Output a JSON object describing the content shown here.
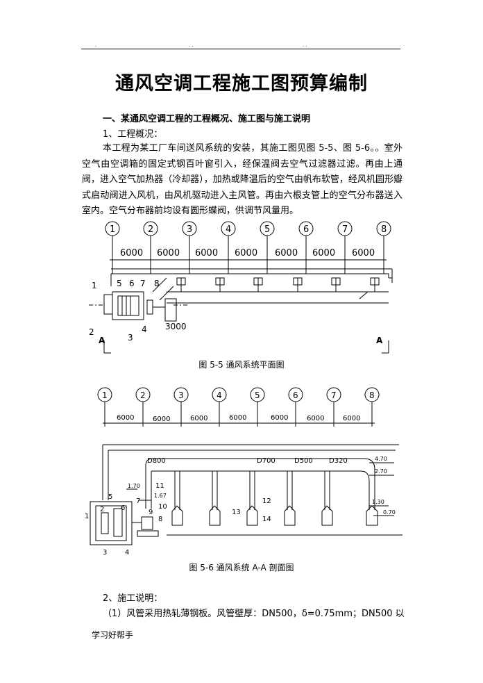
{
  "header": {
    "dot1": ".",
    "dot2": ". .",
    "dot3": ". ."
  },
  "title": "通风空调工程施工图预算编制",
  "section1": "一、某通风空调工程的工程概况、施工图与施工说明",
  "sub1": "1、工程概况：",
  "para1": "本工程为某工厂车间送风系统的安装，其施工图见图 5-5、图 5-6。。室外空气由空调箱的固定式钢百叶窗引入，经保温阀去空气过滤器过滤。再由上通阀，进入空气加热器（冷却器），加热或降温后的空气由帆布软管，经风机圆形瓣式启动阀进入风机，由风机驱动进入主风管。再由六根支管上的空气分布器送入室内。空气分布器前均设有圆形蝶阀，供调节风量用。",
  "figure1": {
    "axes": [
      "1",
      "2",
      "3",
      "4",
      "5",
      "6",
      "7",
      "8"
    ],
    "spans": [
      "6000",
      "6000",
      "6000",
      "6000",
      "6000",
      "6000",
      "6000"
    ],
    "labels": {
      "n1": "1",
      "n2": "2",
      "n3": "3",
      "n4": "4",
      "n5": "5",
      "n6": "6",
      "n7": "7",
      "n8": "8",
      "dim": "3000",
      "secA": "A"
    },
    "caption": "图 5-5 通风系统平面图"
  },
  "figure2": {
    "axes": [
      "1",
      "2",
      "3",
      "4",
      "5",
      "6",
      "7",
      "8"
    ],
    "spans": [
      "6000",
      "6000",
      "6000",
      "6000",
      "6000",
      "6000",
      "6000"
    ],
    "ducts": [
      "D800",
      "D700",
      "D500",
      "D320"
    ],
    "levels": [
      "4.70",
      "2.70",
      "1.30",
      "0.70",
      "1.70",
      "1.67"
    ],
    "labels": {
      "n1": "1",
      "n2": "2",
      "n3": "3",
      "n4": "4",
      "n5": "5",
      "n6": "6",
      "n7": "7",
      "n8": "8",
      "n9": "9",
      "n10": "10",
      "n11": "11",
      "n12": "12",
      "n13": "13",
      "n14": "14"
    },
    "caption": "图 5-6 通风系统 A-A 剖面图"
  },
  "sub2": "2、施工说明：",
  "para2": "（1）风管采用热轧薄钢板。风管壁厚：DN500，δ=0.75mm；DN500 以",
  "footer": "学习好帮手"
}
